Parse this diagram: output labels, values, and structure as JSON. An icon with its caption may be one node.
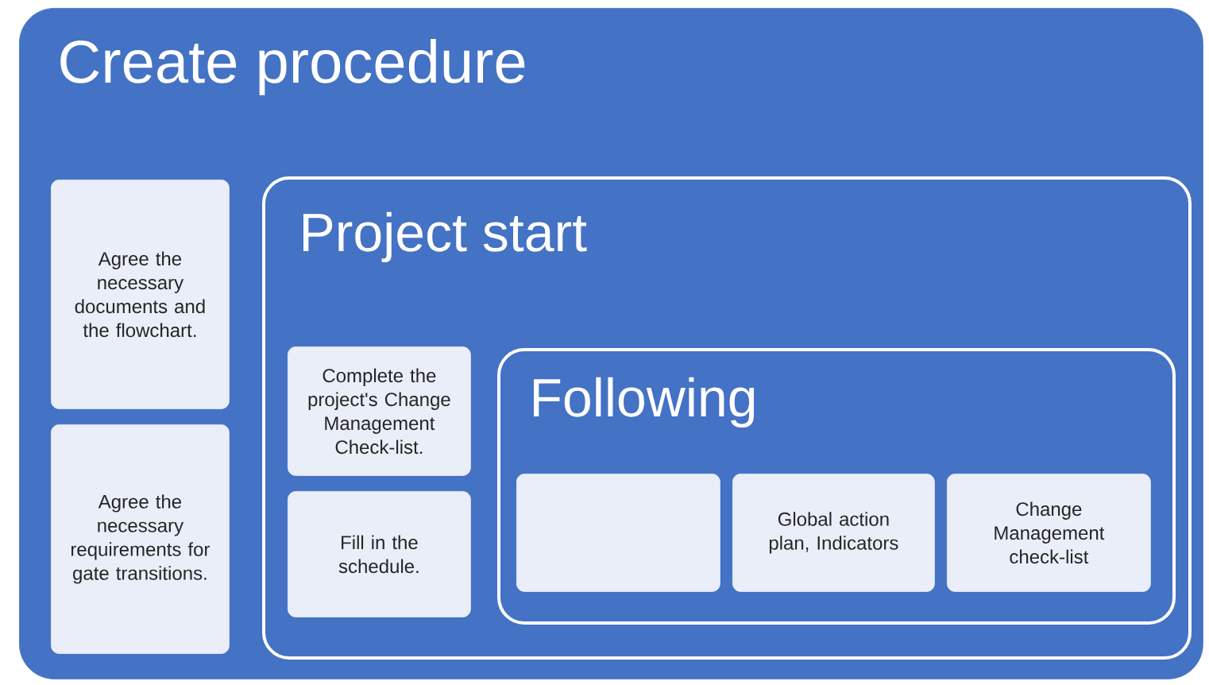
{
  "diagram": {
    "nodes": [
      {
        "text": [
          "Create procedure"
        ]
      },
      {
        "text": [
          "Agree the necessary documents and the flowchart."
        ],
        "in": 0
      },
      {
        "text": [
          "Agree the necessary requirements for gate transitions."
        ],
        "in": 0
      },
      {
        "text": [
          "Project start"
        ],
        "in": 0
      },
      {
        "text": [
          "Complete the project's Change Management Check-list."
        ],
        "in": 3
      },
      {
        "text": [
          "Fill in the schedule."
        ],
        "in": 3
      },
      {
        "text": [
          "Following"
        ],
        "in": 3
      },
      {
        "text": [],
        "shape": "box",
        "in": 6
      },
      {
        "text": [
          "Global action plan, Indicators"
        ],
        "in": 6
      },
      {
        "text": [
          "Change Management check-list"
        ],
        "in": 6
      }
    ]
  }
}
